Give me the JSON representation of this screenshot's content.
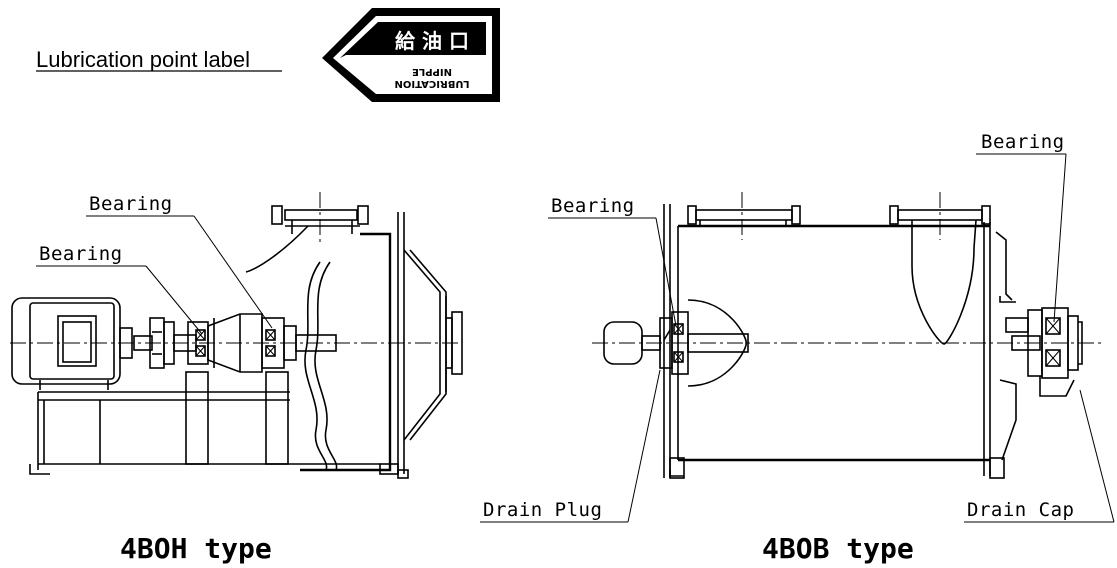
{
  "header": {
    "label_caption": "Lubrication point label",
    "plate_text_top": "給 油 口",
    "plate_text_bottom_line1": "LUBRICATION",
    "plate_text_bottom_line2": "NIPPLE"
  },
  "left_diagram": {
    "title": "4BOH type",
    "callouts": {
      "bearing_upper": "Bearing",
      "bearing_lower": "Bearing"
    }
  },
  "right_diagram": {
    "title": "4BOB type",
    "callouts": {
      "bearing_left": "Bearing",
      "bearing_right": "Bearing",
      "drain_plug": "Drain Plug",
      "drain_cap": "Drain Cap"
    }
  }
}
